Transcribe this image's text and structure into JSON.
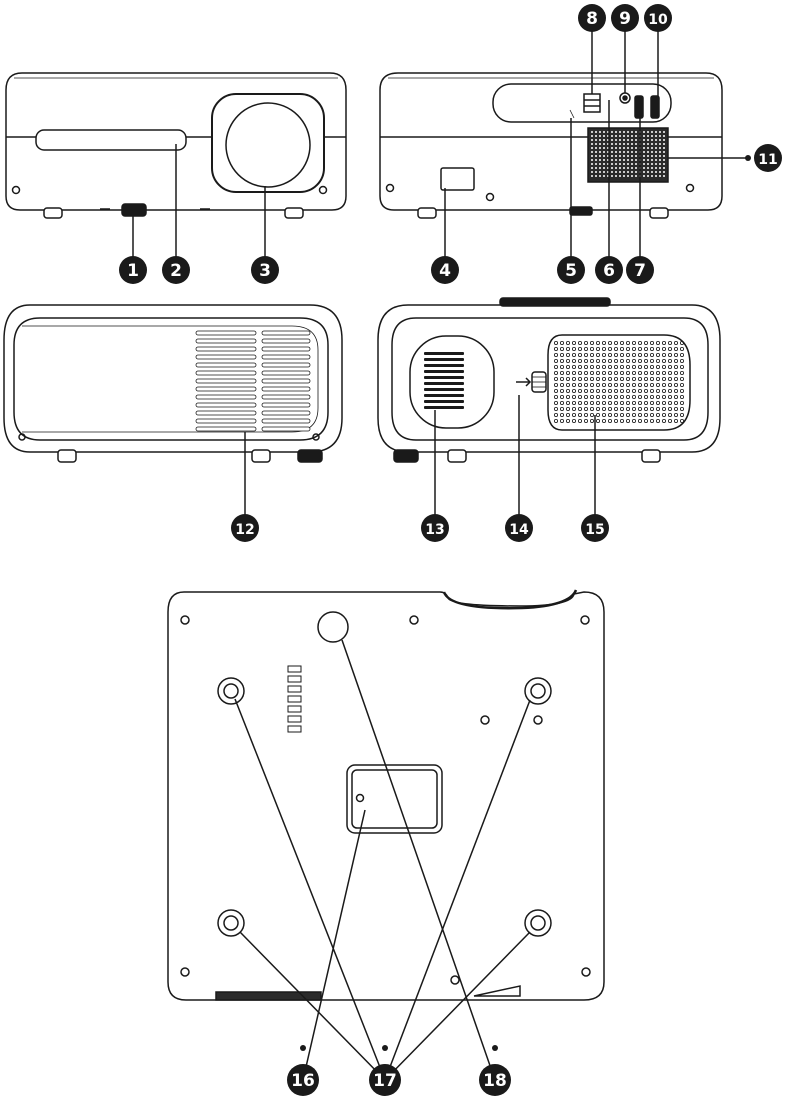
{
  "colors": {
    "ink": "#1a1a1a",
    "fill_white": "#ffffff",
    "fill_light": "#f4f4f4",
    "fill_grille": "#2b2b2b"
  },
  "callouts": [
    {
      "id": "1",
      "label": "1"
    },
    {
      "id": "2",
      "label": "2"
    },
    {
      "id": "3",
      "label": "3"
    },
    {
      "id": "4",
      "label": "4"
    },
    {
      "id": "5",
      "label": "5"
    },
    {
      "id": "6",
      "label": "6"
    },
    {
      "id": "7",
      "label": "7"
    },
    {
      "id": "8",
      "label": "8"
    },
    {
      "id": "9",
      "label": "9"
    },
    {
      "id": "10",
      "label": "10"
    },
    {
      "id": "11",
      "label": "11"
    },
    {
      "id": "12",
      "label": "12"
    },
    {
      "id": "13",
      "label": "13"
    },
    {
      "id": "14",
      "label": "14"
    },
    {
      "id": "15",
      "label": "15"
    },
    {
      "id": "16",
      "label": "16"
    },
    {
      "id": "17",
      "label": "17"
    },
    {
      "id": "18",
      "label": "18"
    }
  ],
  "icons": {
    "usb_port": "usb-port-icon",
    "av_jack": "av-jack-icon",
    "hdmi_port": "hdmi-port-icon"
  }
}
